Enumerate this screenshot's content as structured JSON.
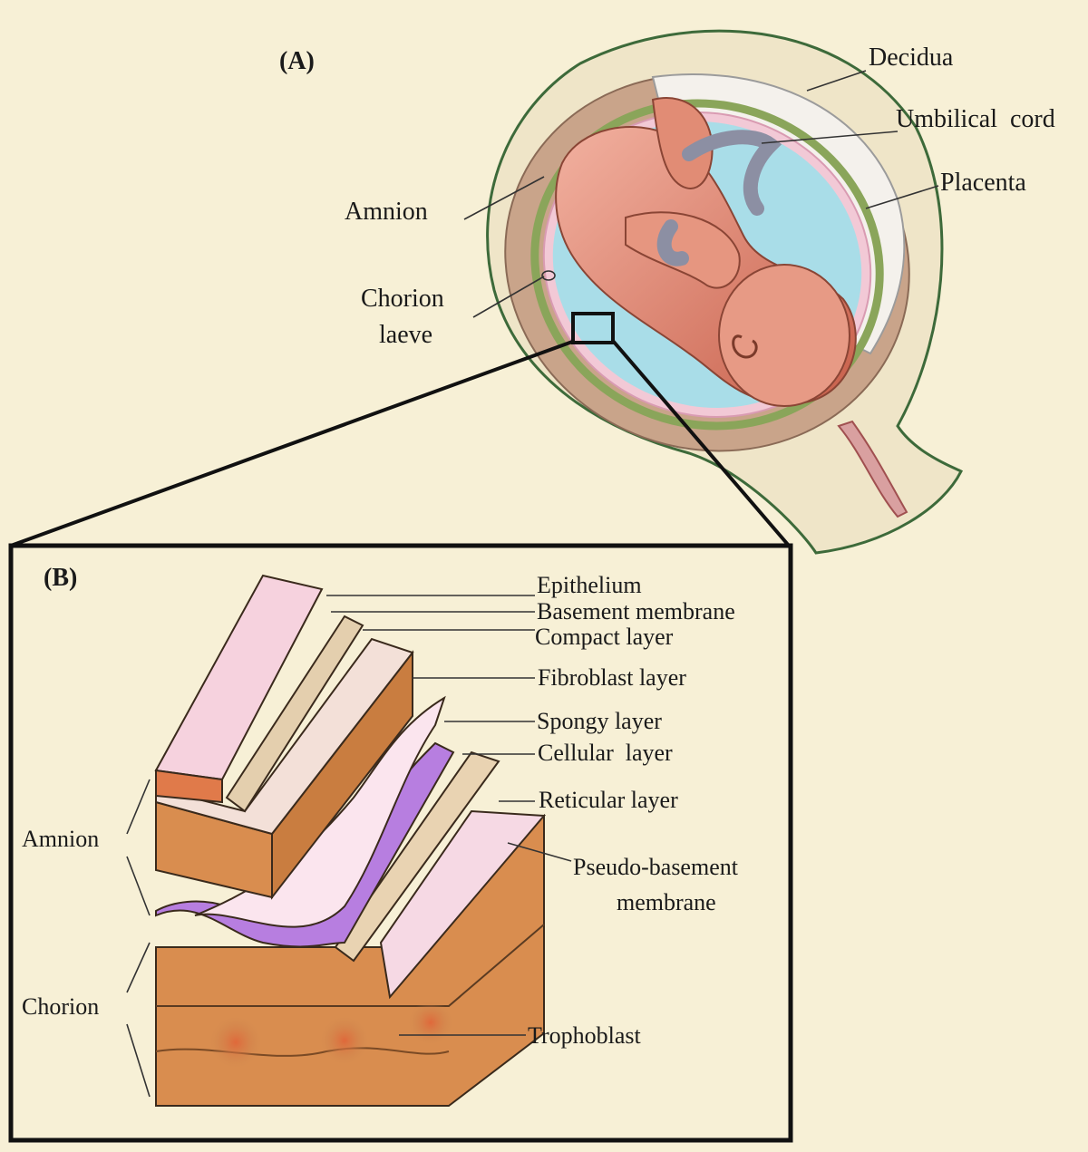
{
  "panel_a": {
    "tag": "(A)",
    "labels": {
      "decidua": "Decidua",
      "umbilical_cord": "Umbilical  cord",
      "placenta": "Placenta",
      "amnion": "Amnion",
      "chorion_laeve_1": "Chorion",
      "chorion_laeve_2": "laeve"
    }
  },
  "panel_b": {
    "tag": "(B)",
    "layers": {
      "epithelium": "Epithelium",
      "basement_membrane": "Basement membrane",
      "compact_layer": "Compact layer",
      "fibroblast_layer": "Fibroblast layer",
      "spongy_layer": "Spongy layer",
      "cellular_layer": "Cellular  layer",
      "reticular_layer": "Reticular layer",
      "pseudo_basement_1": "Pseudo-basement",
      "pseudo_basement_2": "membrane",
      "trophoblast": "Trophoblast"
    },
    "groups": {
      "amnion": "Amnion",
      "chorion": "Chorion"
    }
  },
  "colors": {
    "background": "#f7f0d6",
    "amniotic_fluid": "#a9dde8",
    "fetus": "#d9806a",
    "placenta": "#c9a999",
    "tissue_orange": "#d98d4f",
    "tissue_pink": "#f6d9e4",
    "lilac": "#b77ee0",
    "outline": "#1a1a1a"
  }
}
